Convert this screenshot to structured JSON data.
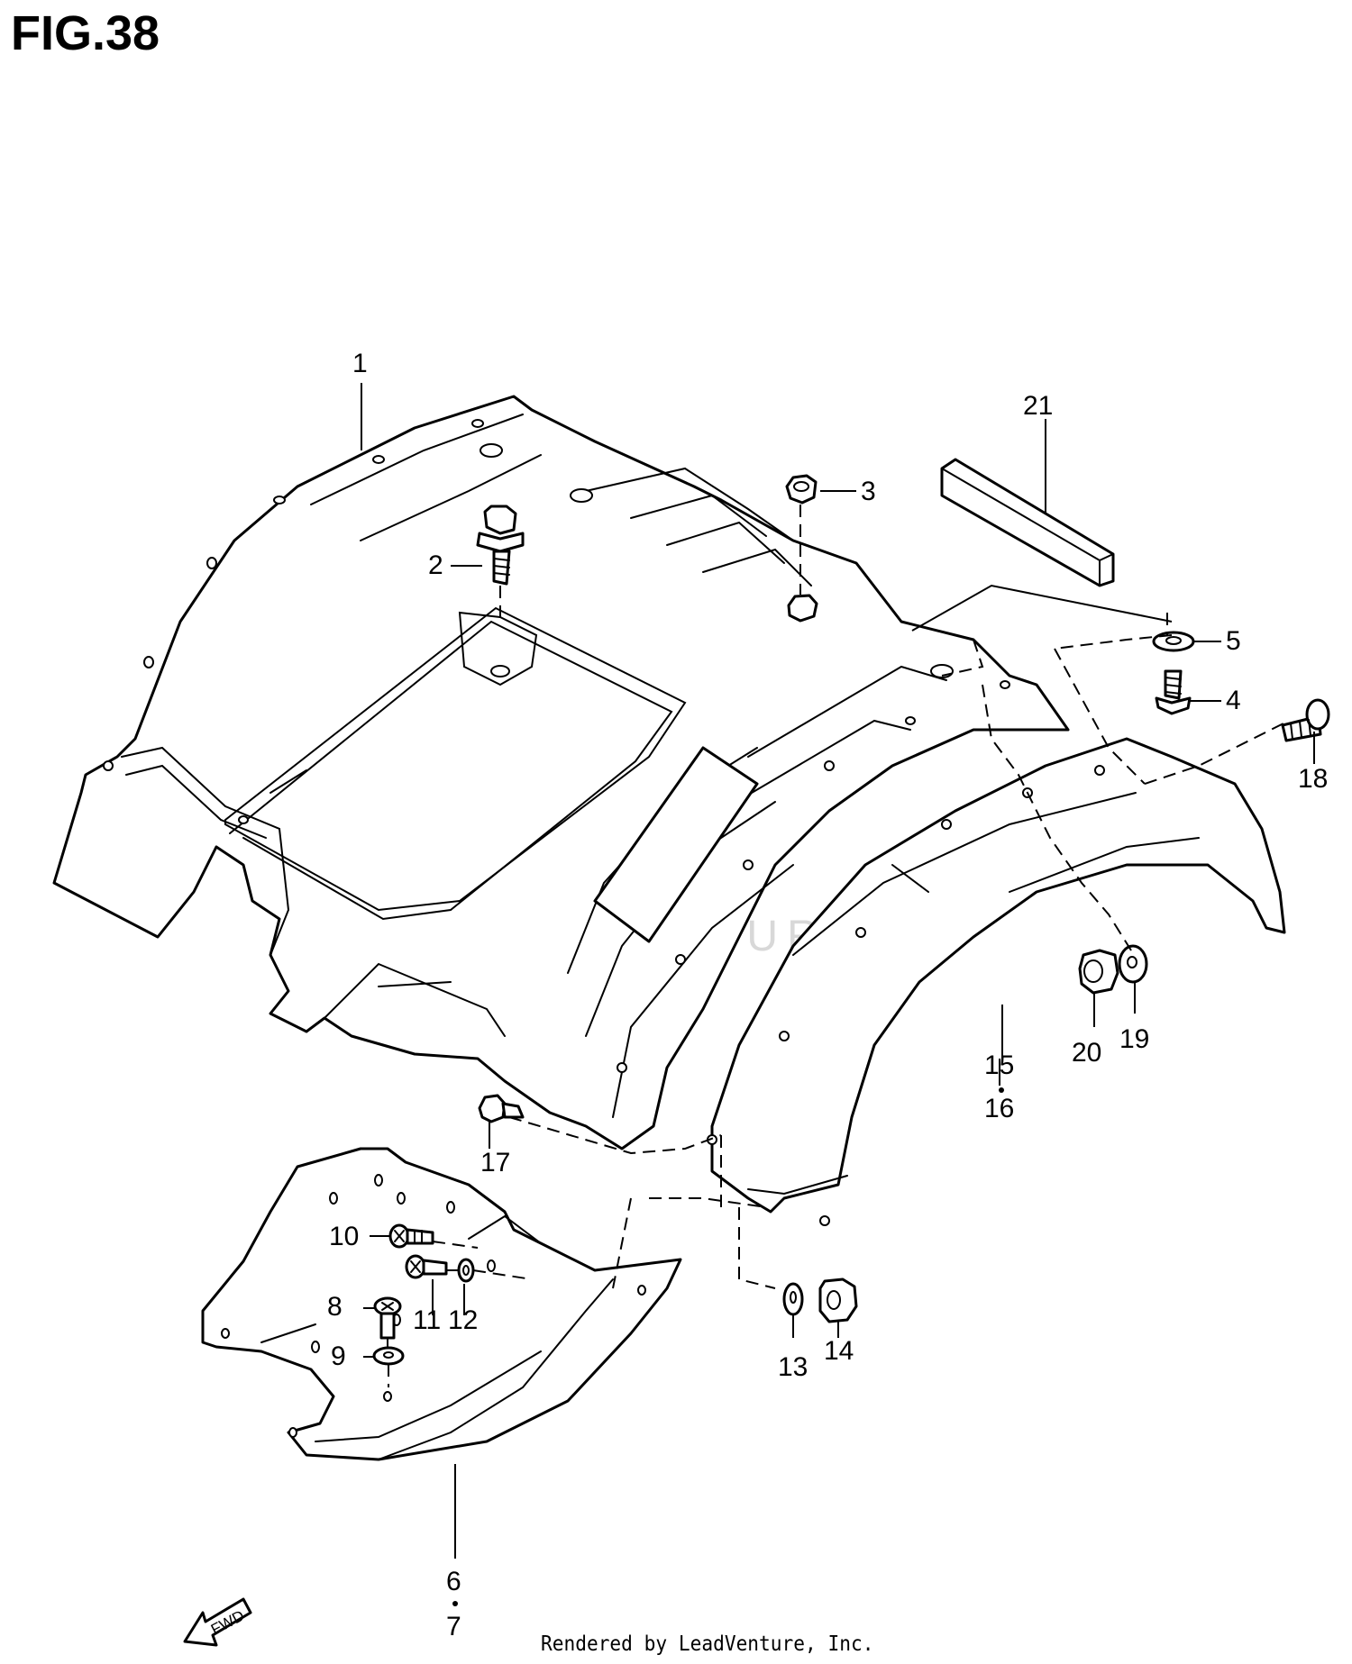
{
  "figure": {
    "title": "FIG.38"
  },
  "watermark": "LEADVENTURE",
  "direction_label": "FWD",
  "credit": "Rendered by LeadVenture, Inc.",
  "callouts": {
    "c1": "1",
    "c2": "2",
    "c3": "3",
    "c4": "4",
    "c5": "5",
    "c6": "6",
    "c7": "7",
    "c8": "8",
    "c9": "9",
    "c10": "10",
    "c11": "11",
    "c12": "12",
    "c13": "13",
    "c14": "14",
    "c15": "15",
    "c16": "16",
    "c17": "17",
    "c18": "18",
    "c19": "19",
    "c20": "20",
    "c21": "21"
  },
  "colors": {
    "line": "#000000",
    "background": "#ffffff",
    "watermark": "#d8d8d8"
  }
}
